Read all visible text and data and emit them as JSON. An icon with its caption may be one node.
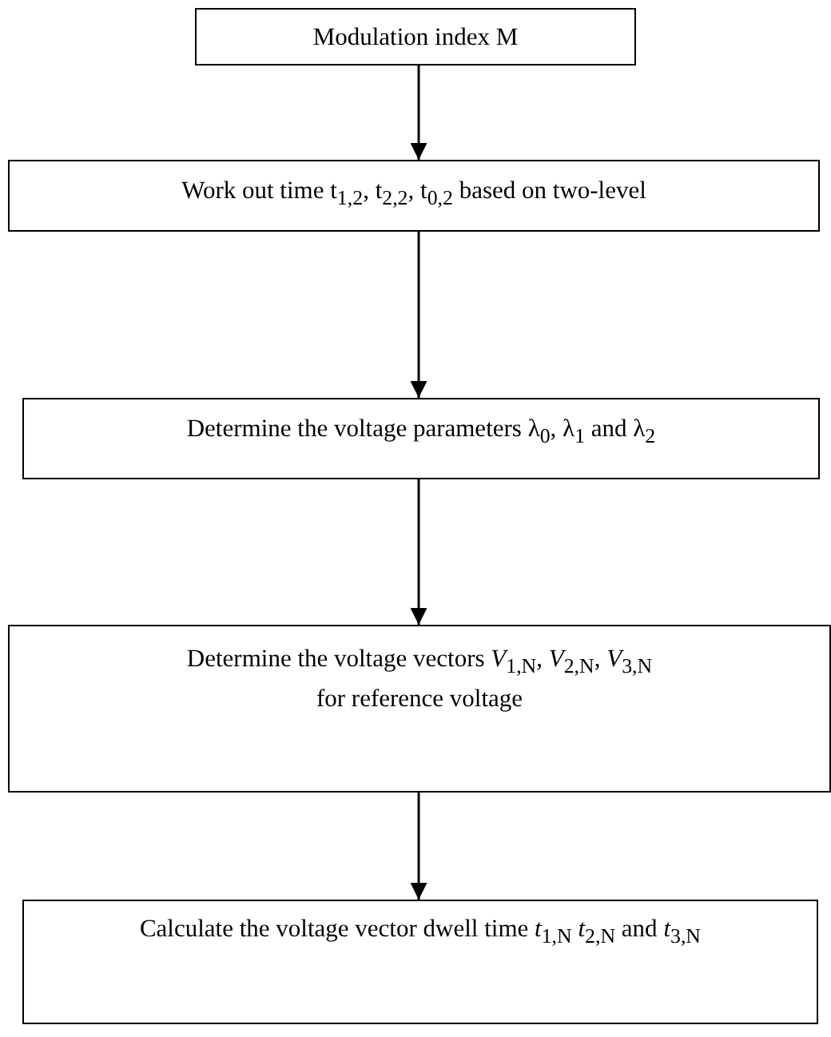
{
  "diagram": {
    "nodes": [
      {
        "text": [
          "Modulation index M"
        ]
      },
      {
        "text": [
          "Work out time t$_{1,2}$, t$_{2,2}$, t$_{0,2}$  based on two-level"
        ]
      },
      {
        "text": [
          "Determine the voltage parameters λ$_{0}$, λ$_{1}$ and λ$_{2}$"
        ]
      },
      {
        "text": [
          "Determine the voltage vectors *V*$_{1,N}$, *V*$_{2,N}$, *V*$_{3,N}$  for reference voltage"
        ]
      },
      {
        "text": [
          "Calculate the voltage vector dwell time *t*$_{1,N}$ *t*$_{2,N}$ and *t*$_{3,N}$"
        ]
      }
    ],
    "edges": [
      {
        "from": 0,
        "to": 1,
        "arrow": "to"
      },
      {
        "from": 1,
        "to": 2,
        "arrow": "to"
      },
      {
        "from": 2,
        "to": 3,
        "arrow": "to"
      },
      {
        "from": 3,
        "to": 4,
        "arrow": "to"
      }
    ]
  }
}
